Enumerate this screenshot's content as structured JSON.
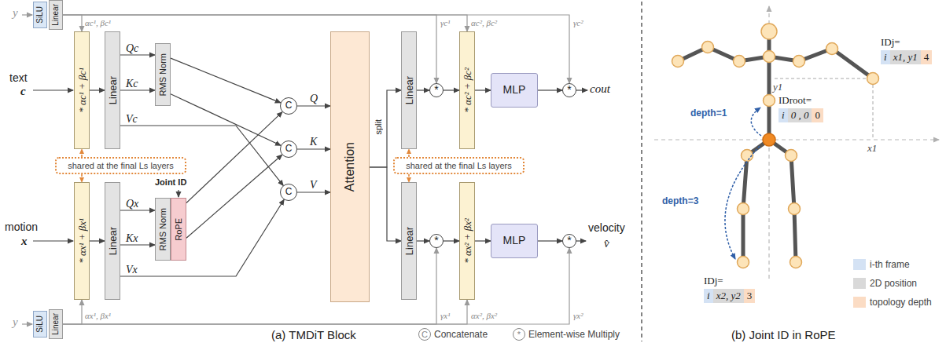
{
  "diagram": {
    "nodes": [
      {
        "text": [
          "SiLU"
        ]
      },
      {
        "text": [
          "Linear"
        ]
      },
      {
        "text": [
          "* αc¹ + βc¹"
        ]
      },
      {
        "text": [
          "Linear"
        ]
      },
      {
        "text": [
          "RMS Norm"
        ]
      },
      {
        "text": [
          "shared at the final Ls layers"
        ]
      },
      {
        "text": [
          "* αx¹ + βx¹"
        ]
      },
      {
        "text": [
          "Linear"
        ]
      },
      {
        "text": [
          "RMS Norm"
        ]
      },
      {
        "text": [
          "RoPE"
        ]
      },
      {
        "text": [
          "C"
        ]
      },
      {
        "text": [
          "C"
        ]
      },
      {
        "text": [
          "C"
        ]
      },
      {
        "text": [
          "Attention"
        ]
      },
      {
        "text": [
          "Linear"
        ]
      },
      {
        "text": [
          "*"
        ]
      },
      {
        "text": [
          "* αc² + βc²"
        ]
      },
      {
        "text": [
          "MLP"
        ]
      },
      {
        "text": [
          "*"
        ]
      },
      {
        "text": [
          "shared at the final Ls layers"
        ]
      },
      {
        "text": [
          "Linear"
        ]
      },
      {
        "text": [
          "*"
        ]
      },
      {
        "text": [
          "* αx² + βx²"
        ]
      },
      {
        "text": [
          "MLP"
        ]
      },
      {
        "text": [
          "*"
        ]
      },
      {
        "text": [
          "SiLU"
        ]
      },
      {
        "text": [
          "Linear"
        ]
      },
      {
        "text": [
          "IDj=",
          "i",
          "x1, y1",
          "4"
        ]
      },
      {
        "text": [
          "IDroot=",
          "i",
          "0 , 0",
          "0"
        ]
      },
      {
        "text": [
          "IDj=",
          "i",
          "x2, y2",
          "3"
        ]
      }
    ],
    "edges": [
      {
        "from": 1,
        "to": 2,
        "arrow": "to",
        "label": "αc¹, βc¹"
      },
      {
        "from": 1,
        "to": 15,
        "arrow": "to",
        "label": "γc¹"
      },
      {
        "from": 1,
        "to": 16,
        "arrow": "to",
        "label": "αc², βc²"
      },
      {
        "from": 1,
        "to": 18,
        "arrow": "to",
        "label": "γc²"
      },
      {
        "from": 2,
        "to": 3,
        "arrow": "to"
      },
      {
        "from": 3,
        "to": 4,
        "arrow": "to",
        "label": "Qc"
      },
      {
        "from": 3,
        "to": 4,
        "arrow": "to",
        "label": "Kc"
      },
      {
        "from": 3,
        "to": 12,
        "arrow": "to",
        "label": "Vc"
      },
      {
        "from": 4,
        "to": 10,
        "arrow": "to"
      },
      {
        "from": 4,
        "to": 11,
        "arrow": "to"
      },
      {
        "from": 5,
        "to": 2,
        "arrow": "to"
      },
      {
        "from": 5,
        "to": 6,
        "arrow": "to"
      },
      {
        "from": 6,
        "to": 7,
        "arrow": "to"
      },
      {
        "from": 7,
        "to": 8,
        "arrow": "to",
        "label": "Qx"
      },
      {
        "from": 7,
        "to": 8,
        "arrow": "to",
        "label": "Kx"
      },
      {
        "from": 7,
        "to": 12,
        "arrow": "to",
        "label": "Vx"
      },
      {
        "from": 9,
        "to": 10,
        "arrow": "to"
      },
      {
        "from": 9,
        "to": 11,
        "arrow": "to"
      },
      {
        "from": 10,
        "to": 13,
        "arrow": "to",
        "label": "Q"
      },
      {
        "from": 11,
        "to": 13,
        "arrow": "to",
        "label": "K"
      },
      {
        "from": 12,
        "to": 13,
        "arrow": "to",
        "label": "V"
      },
      {
        "from": 13,
        "to": 14,
        "arrow": "to"
      },
      {
        "from": 13,
        "to": 20,
        "arrow": "to"
      },
      {
        "from": 14,
        "to": 15,
        "arrow": "to"
      },
      {
        "from": 15,
        "to": 16,
        "arrow": "to"
      },
      {
        "from": 16,
        "to": 17,
        "arrow": "to"
      },
      {
        "from": 17,
        "to": 18,
        "arrow": "to"
      },
      {
        "from": 19,
        "to": 14,
        "arrow": "to"
      },
      {
        "from": 19,
        "to": 20,
        "arrow": "to"
      },
      {
        "from": 20,
        "to": 21,
        "arrow": "to"
      },
      {
        "from": 21,
        "to": 22,
        "arrow": "to"
      },
      {
        "from": 22,
        "to": 23,
        "arrow": "to"
      },
      {
        "from": 23,
        "to": 24,
        "arrow": "to"
      },
      {
        "from": 26,
        "to": 6,
        "arrow": "to",
        "label": "αx¹, βx¹"
      },
      {
        "from": 26,
        "to": 21,
        "arrow": "to",
        "label": "γx¹"
      },
      {
        "from": 26,
        "to": 22,
        "arrow": "to",
        "label": "αx², βx²"
      },
      {
        "from": 26,
        "to": 24,
        "arrow": "to",
        "label": "γx²"
      }
    ],
    "labels": [
      "y",
      "text",
      "c",
      "motion",
      "x",
      "Joint ID",
      "split",
      "cout",
      "velocity",
      "v̂",
      "y",
      "C",
      "*",
      "(a) TMDiT Block",
      "depth=1",
      "depth=3",
      "y1",
      "x1",
      "(b) Joint ID in RoPE"
    ],
    "legend": [
      {
        "text": "Concatenate"
      },
      {
        "text": "Element-wise Multiply"
      },
      {
        "text": "i-th frame",
        "color": "#d4e2f4"
      },
      {
        "text": "2D position",
        "color": "#d9d9d9"
      },
      {
        "text": "topology depth",
        "color": "#fbdcc4"
      }
    ]
  }
}
